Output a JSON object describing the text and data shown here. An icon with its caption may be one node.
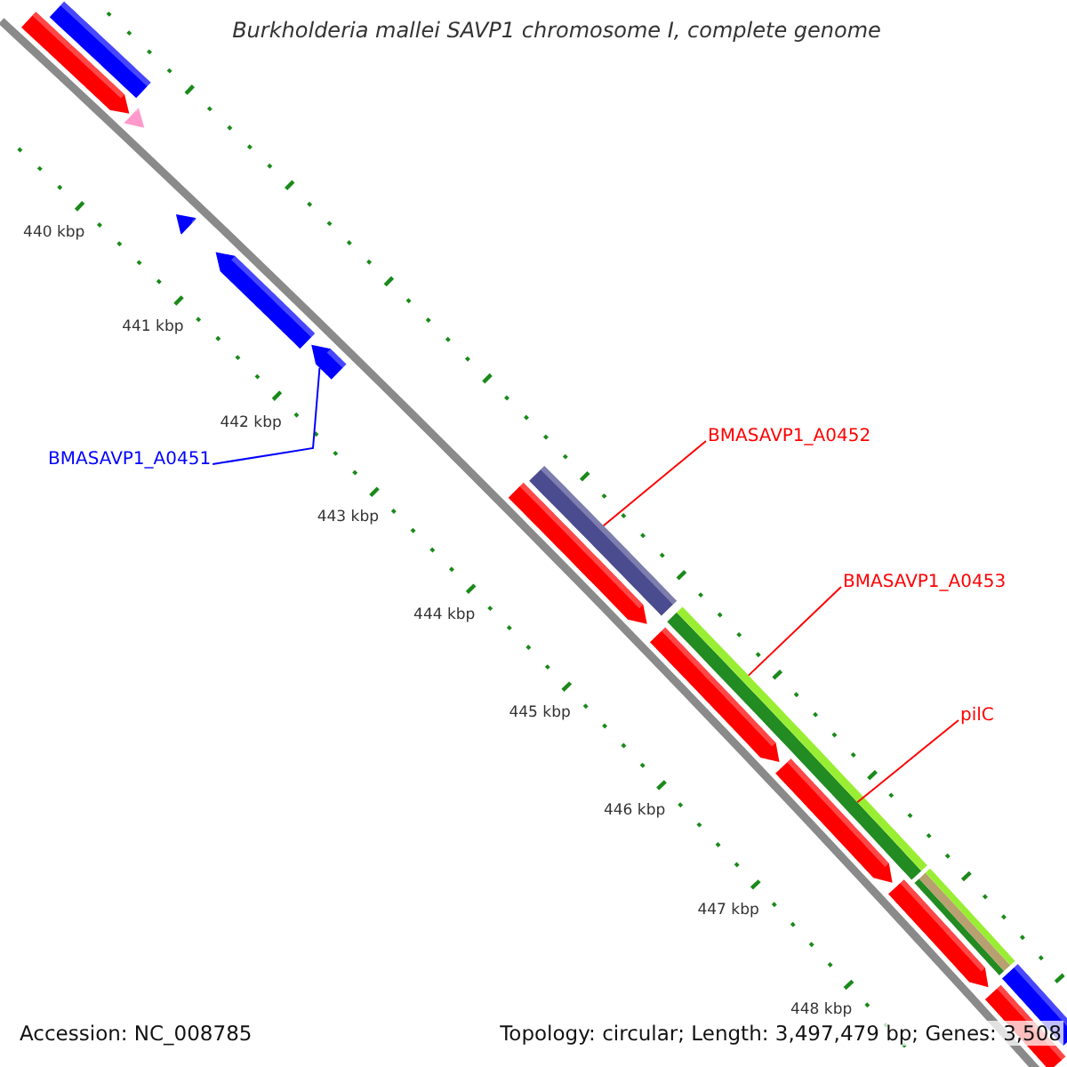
{
  "diagram": {
    "title": "Burkholderia mallei SAVP1 chromosome I, complete genome",
    "nodes": [
      {
        "text": [
          "BMASAVP1_A0451"
        ]
      },
      {
        "text": [],
        "shape": "bar"
      },
      {
        "text": [
          "BMASAVP1_A0452"
        ]
      },
      {
        "text": [],
        "shape": "bar"
      },
      {
        "text": [
          "BMASAVP1_A0453"
        ]
      },
      {
        "text": [],
        "shape": "bar"
      },
      {
        "text": [
          "pilC"
        ]
      },
      {
        "text": [],
        "shape": "bar"
      }
    ],
    "edges": [
      {
        "from": 0,
        "to": 1,
        "arrow": "none",
        "color": "#0000ff"
      },
      {
        "from": 2,
        "to": 3,
        "arrow": "none"
      },
      {
        "from": 4,
        "to": 5,
        "arrow": "none"
      },
      {
        "from": 6,
        "to": 7,
        "arrow": "none"
      }
    ],
    "labels": [
      "440 kbp",
      "441 kbp",
      "442 kbp",
      "443 kbp",
      "444 kbp",
      "445 kbp",
      "446 kbp",
      "447 kbp",
      "448 kbp",
      "Accession: NC_008785",
      "Topology: circular; Length: 3,497,479 bp; Genes: 3,508"
    ]
  }
}
